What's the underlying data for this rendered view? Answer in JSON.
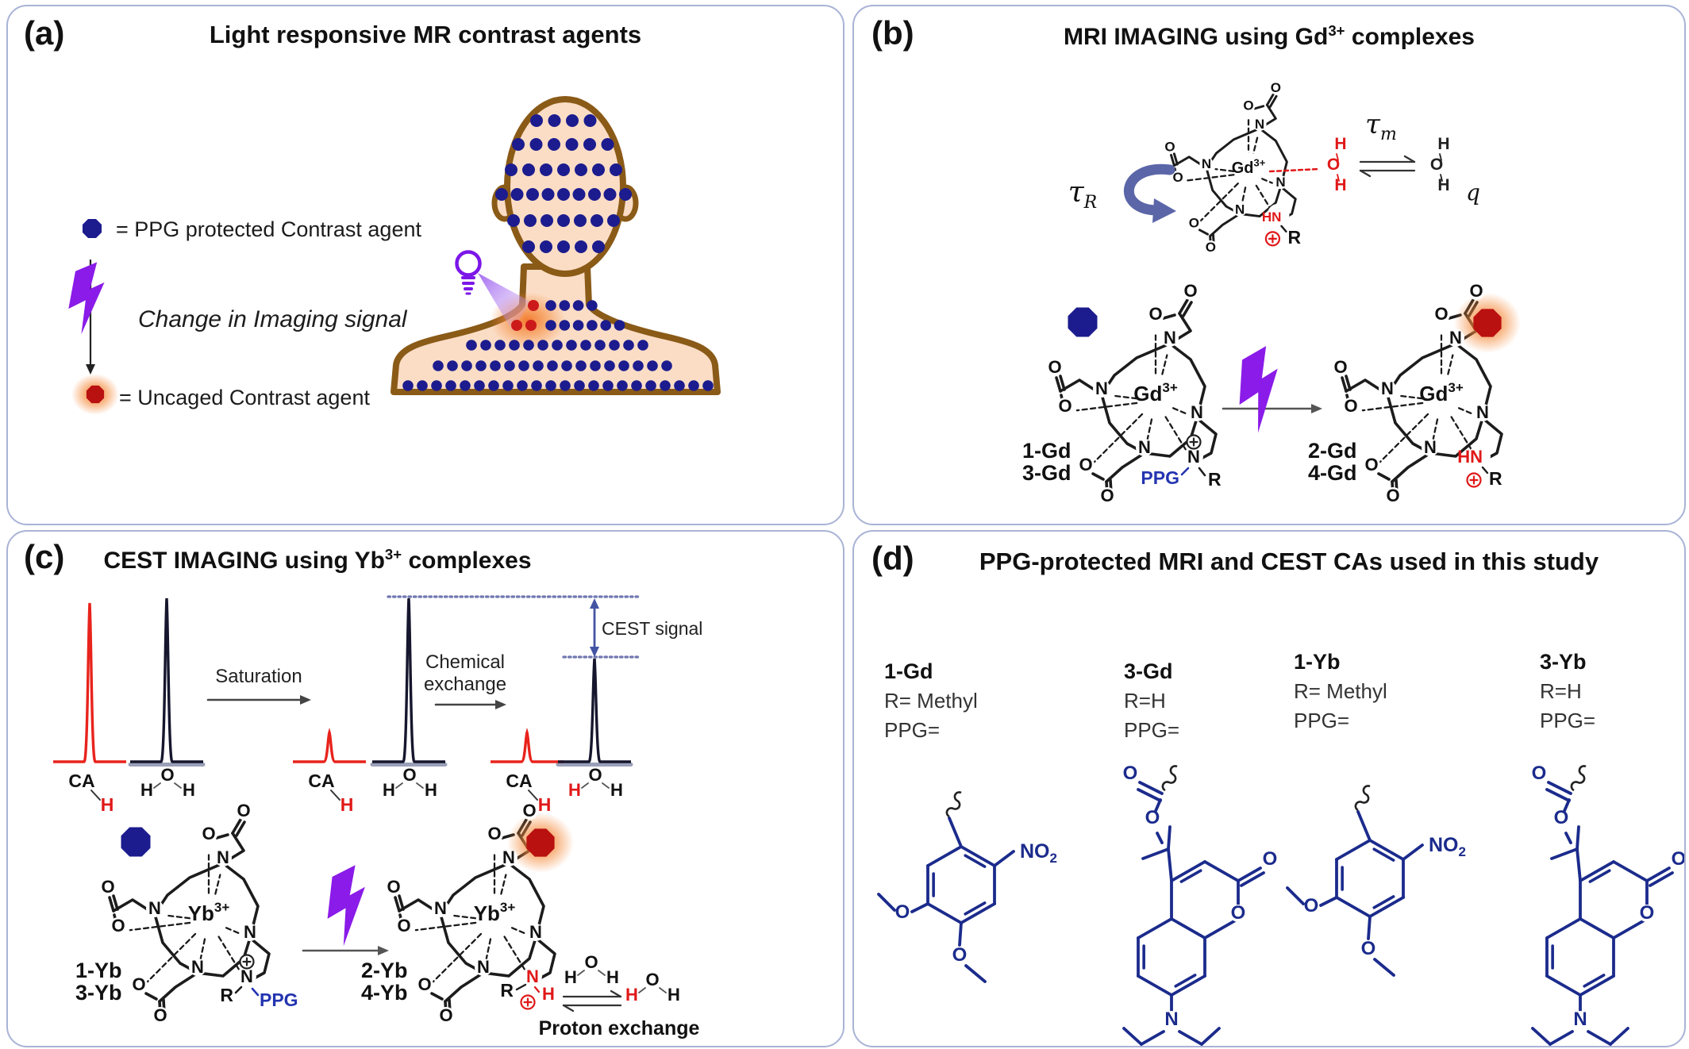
{
  "colors": {
    "navy_dot": "#1c1c8e",
    "red_agent": "#c01212",
    "peak_red": "#e8231c",
    "peak_black": "#16162e",
    "purple_bolt": "#8a1be8",
    "bulb_purple": "#7c16e8",
    "skin": "#fbddc6",
    "body_outline": "#8a5a17",
    "panel_border": "#a9b3d6",
    "dotted_blue": "#7078b0",
    "cest_arrow_blue": "#4353a4",
    "structure_navy": "#1b2b8c",
    "ppg_blue": "#2334b0",
    "rotation_arrow": "#5b66a8"
  },
  "panel_a": {
    "tag": "(a)",
    "title": "Light responsive MR contrast agents",
    "legend": [
      {
        "icon": "blue-octagon",
        "label": "= PPG protected Contrast agent"
      },
      {
        "icon": "lightning-arrow",
        "label": "Change in Imaging signal"
      },
      {
        "icon": "red-octagon-glow",
        "label": "= Uncaged Contrast agent"
      }
    ]
  },
  "panel_b": {
    "tag": "(b)",
    "title": {
      "prefix": "MRI IMAGING using Gd",
      "sup": "3+",
      "suffix": " complexes"
    },
    "metal": {
      "base": "Gd",
      "sup": "3+"
    },
    "tau_R": {
      "base": "τ",
      "sub": "R"
    },
    "tau_m": {
      "base": "τ",
      "sub": "m"
    },
    "q": "q",
    "atoms": {
      "n": "N",
      "o": "O",
      "h": "H",
      "hn": "HN",
      "r": "R",
      "ppg": "PPG"
    },
    "left_labels": [
      "1-Gd",
      "3-Gd"
    ],
    "right_labels": [
      "2-Gd",
      "4-Gd"
    ]
  },
  "panel_c": {
    "tag": "(c)",
    "title": {
      "prefix": "CEST IMAGING using Yb",
      "sup": "3+",
      "suffix": " complexes"
    },
    "metal": {
      "base": "Yb",
      "sup": "3+"
    },
    "saturation": "Saturation",
    "chemical_exchange": [
      "Chemical",
      "exchange"
    ],
    "cest_signal": "CEST signal",
    "ca": "CA",
    "atoms": {
      "n": "N",
      "o": "O",
      "h": "H",
      "r": "R",
      "ppg": "PPG"
    },
    "left_labels": [
      "1-Yb",
      "3-Yb"
    ],
    "right_labels": [
      "2-Yb",
      "4-Yb"
    ],
    "proton_exchange": "Proton exchange"
  },
  "panel_d": {
    "tag": "(d)",
    "title": "PPG-protected MRI and CEST CAs used in this study",
    "entries": [
      {
        "name": "1-Gd",
        "r_line": "R= Methyl",
        "ppg_line": "PPG=",
        "structure": "nitroveratryl"
      },
      {
        "name": "3-Gd",
        "r_line": "R=H",
        "ppg_line": "PPG=",
        "structure": "coumarin"
      },
      {
        "name": "1-Yb",
        "r_line": "R= Methyl",
        "ppg_line": "PPG=",
        "structure": "nitroveratryl"
      },
      {
        "name": "3-Yb",
        "r_line": "R=H",
        "ppg_line": "PPG=",
        "structure": "coumarin"
      }
    ],
    "atom_labels": {
      "no2_base": "NO",
      "no2_sub": "2",
      "o": "O",
      "n": "N"
    }
  }
}
